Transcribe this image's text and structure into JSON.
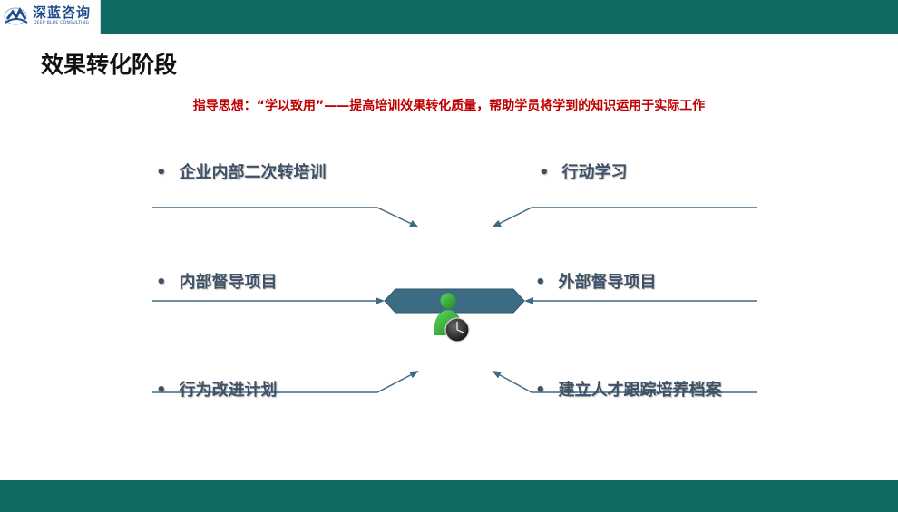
{
  "logo": {
    "name": "深蓝咨询",
    "subtitle": "DEEP BLUE CONSULTING"
  },
  "title": "效果转化阶段",
  "guideline": "指导思想：“学以致用”——提高培训效果转化质量，帮助学员将学到的知识运用于实际工作",
  "items": {
    "left_top": "企业内部二次转培训",
    "left_middle": "内部督导项目",
    "left_bottom": "行为改进计划",
    "right_top": "行动学习",
    "right_middle": "外部督导项目",
    "right_bottom": "建立人才跟踪培养档案"
  },
  "bullet": "•",
  "colors": {
    "bar": "#0f6a62",
    "line": "#3e6a82",
    "banner": "#3c6c83",
    "person": "#2ea52e",
    "item_text": "#3f5166",
    "guideline_text": "#c00000"
  },
  "icons": [
    "person-icon",
    "clock-icon",
    "logo-icon"
  ]
}
